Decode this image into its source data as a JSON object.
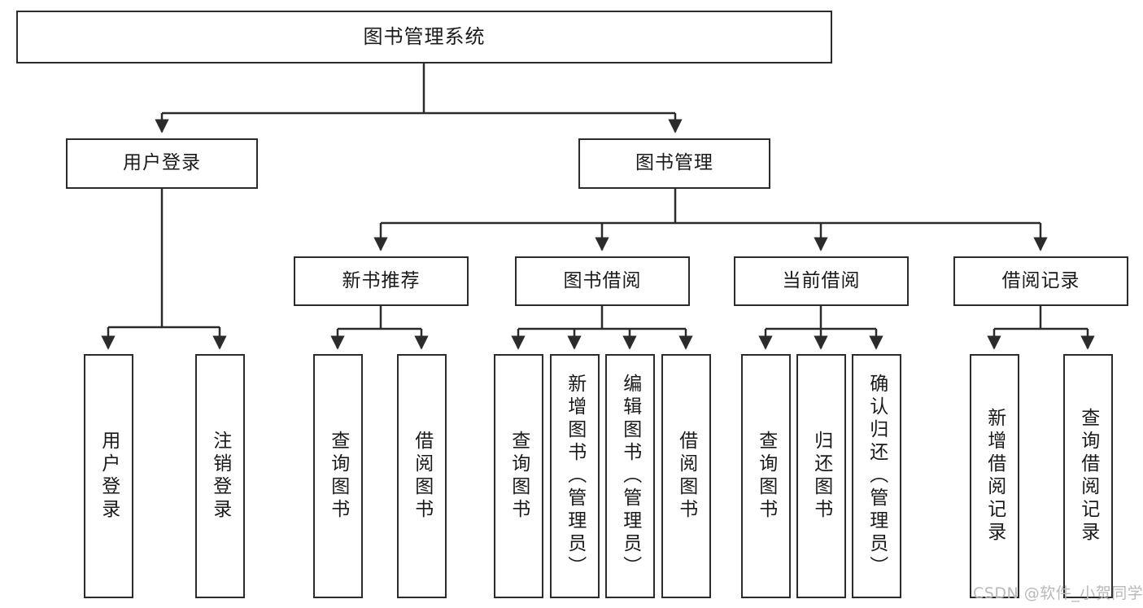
{
  "diagram": {
    "type": "tree-hierarchy-diagram",
    "title": "图书管理系统",
    "watermark": "CSDN @软件_小贺同学",
    "colors": {
      "border": "#2b2b2b",
      "background": "#ffffff",
      "text": "#1a1a1a",
      "edge": "#2b2b2b",
      "watermark": "#b9b9b9"
    },
    "levels": {
      "root": {
        "label": "图书管理系统"
      },
      "level2": [
        {
          "id": "user-login",
          "label": "用户登录"
        },
        {
          "id": "book-manage",
          "label": "图书管理"
        }
      ],
      "level3": [
        {
          "id": "new-book-recommend",
          "label": "新书推荐",
          "parent": "book-manage"
        },
        {
          "id": "book-borrow",
          "label": "图书借阅",
          "parent": "book-manage"
        },
        {
          "id": "current-borrow",
          "label": "当前借阅",
          "parent": "book-manage"
        },
        {
          "id": "borrow-record",
          "label": "借阅记录",
          "parent": "book-manage"
        }
      ],
      "leaves": [
        {
          "id": "leaf-user-login",
          "label": "用户登录",
          "parent": "user-login"
        },
        {
          "id": "leaf-logout",
          "label": "注销登录",
          "parent": "user-login"
        },
        {
          "id": "leaf-query-book-1",
          "label": "查询图书",
          "parent": "new-book-recommend"
        },
        {
          "id": "leaf-borrow-book-1",
          "label": "借阅图书",
          "parent": "new-book-recommend"
        },
        {
          "id": "leaf-query-book-2",
          "label": "查询图书",
          "parent": "book-borrow"
        },
        {
          "id": "leaf-add-book",
          "label": "新增图书（管理员）",
          "parent": "book-borrow"
        },
        {
          "id": "leaf-edit-book",
          "label": "编辑图书（管理员）",
          "parent": "book-borrow"
        },
        {
          "id": "leaf-borrow-book-2",
          "label": "借阅图书",
          "parent": "book-borrow"
        },
        {
          "id": "leaf-query-book-3",
          "label": "查询图书",
          "parent": "current-borrow"
        },
        {
          "id": "leaf-return-book",
          "label": "归还图书",
          "parent": "current-borrow"
        },
        {
          "id": "leaf-confirm-return",
          "label": "确认归还（管理员）",
          "parent": "current-borrow"
        },
        {
          "id": "leaf-add-record",
          "label": "新增借阅记录",
          "parent": "borrow-record"
        },
        {
          "id": "leaf-query-record",
          "label": "查询借阅记录",
          "parent": "borrow-record"
        }
      ]
    }
  }
}
